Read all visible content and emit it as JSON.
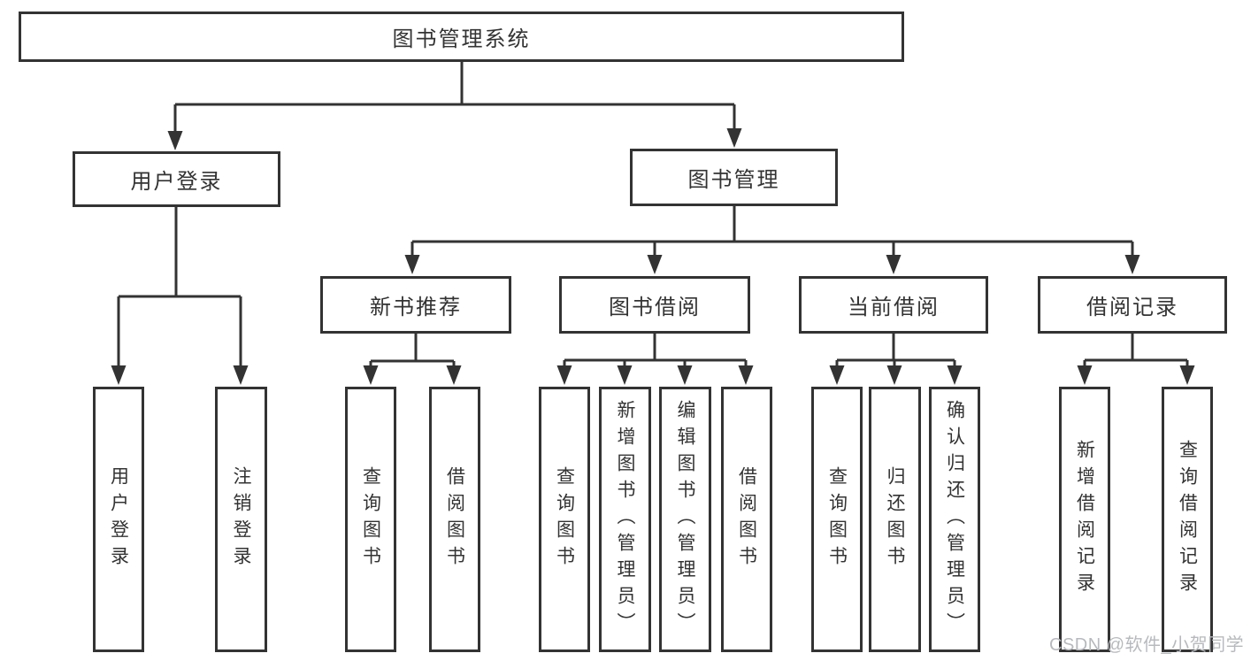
{
  "diagram": {
    "root": {
      "label": "图书管理系统"
    },
    "branches": [
      {
        "label": "用户登录",
        "children": [
          {
            "label": "用户登录"
          },
          {
            "label": "注销登录"
          }
        ]
      },
      {
        "label": "图书管理",
        "children": [
          {
            "label": "新书推荐",
            "children": [
              {
                "label": "查询图书"
              },
              {
                "label": "借阅图书"
              }
            ]
          },
          {
            "label": "图书借阅",
            "children": [
              {
                "label": "查询图书"
              },
              {
                "label": "新增图书（管理员）"
              },
              {
                "label": "编辑图书（管理员）"
              },
              {
                "label": "借阅图书"
              }
            ]
          },
          {
            "label": "当前借阅",
            "children": [
              {
                "label": "查询图书"
              },
              {
                "label": "归还图书"
              },
              {
                "label": "确认归还（管理员）"
              }
            ]
          },
          {
            "label": "借阅记录",
            "children": [
              {
                "label": "新增借阅记录"
              },
              {
                "label": "查询借阅记录"
              }
            ]
          }
        ]
      }
    ]
  },
  "watermark": {
    "text": "CSDN @软件_小贺同学"
  },
  "colors": {
    "line": "#333333",
    "box_border": "#333333",
    "text": "#333333",
    "watermark": "#b7babd",
    "background": "#ffffff"
  }
}
